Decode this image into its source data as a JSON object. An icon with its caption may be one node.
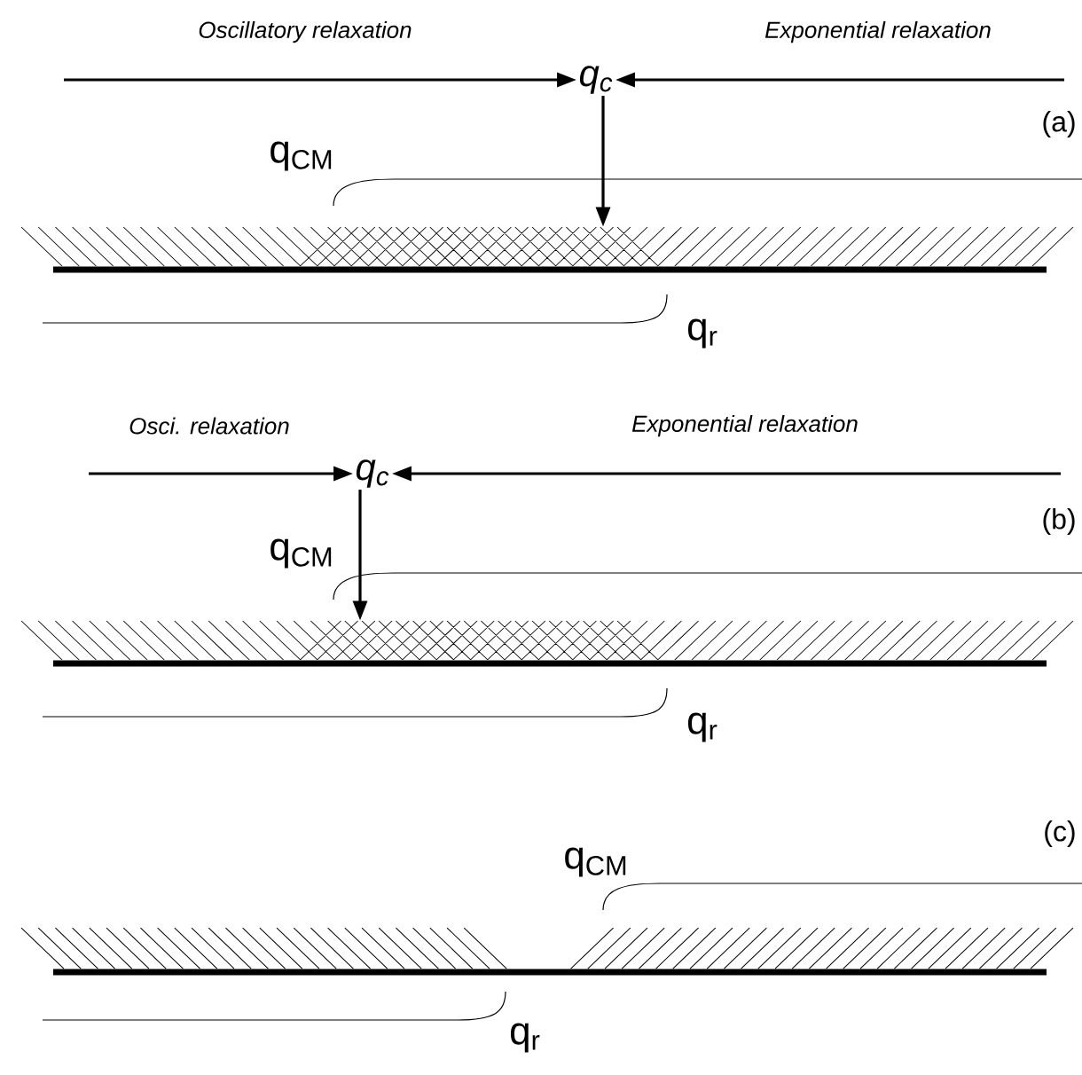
{
  "diagram": {
    "nodes": [
      {
        "text": [
          "q$_{c}$"
        ]
      },
      {
        "text": [],
        "shape": "picture"
      },
      {
        "text": [
          "q$_{c}$"
        ]
      },
      {
        "text": [],
        "shape": "picture"
      },
      {
        "text": [],
        "shape": "picture"
      }
    ],
    "edges": [
      {
        "from": null,
        "to": 0,
        "arrow": "to"
      },
      {
        "from": null,
        "to": 0,
        "arrow": "to"
      },
      {
        "from": 0,
        "to": 1,
        "arrow": "to"
      },
      {
        "from": null,
        "to": 2,
        "arrow": "to"
      },
      {
        "from": null,
        "to": 2,
        "arrow": "to"
      },
      {
        "from": 2,
        "to": 3,
        "arrow": "to"
      }
    ],
    "labels": [
      "Oscillatory relaxation",
      "Exponential relaxation",
      "(a)",
      "q$_{CM}$",
      "q$_{r}$",
      "Osci. relaxation",
      "Exponential relaxation",
      "(b)",
      "q$_{CM}$",
      "q$_{r}$",
      "(c)",
      "q$_{CM}$",
      "q$_{r}$"
    ]
  }
}
